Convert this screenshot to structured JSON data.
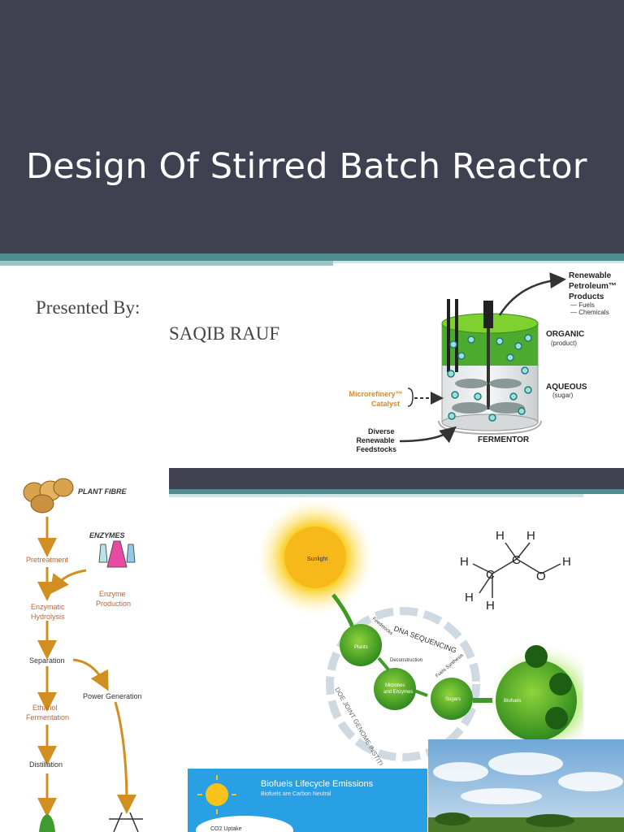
{
  "title": "Design Of Stirred Batch Reactor",
  "presented_by": "Presented By:",
  "author": "SAQIB RAUF",
  "reactor": {
    "renewable": [
      "Renewable",
      "Petroleum™",
      "Products"
    ],
    "fuels": "— Fuels",
    "chemicals": "— Chemicals",
    "organic": "ORGANIC",
    "organic_sub": "(product)",
    "aqueous": "AQUEOUS",
    "aqueous_sub": "(sugar)",
    "microrefinery": [
      "Microrefinery™",
      "Catalyst"
    ],
    "feedstocks": [
      "Diverse",
      "Renewable",
      "Feedstocks"
    ],
    "fermentor": "FERMENTOR"
  },
  "process": {
    "plant_fibre": "PLANT FIBRE",
    "enzymes": "ENZYMES",
    "pretreatment": "Pretreatment",
    "enzyme_production": [
      "Enzyme",
      "Production"
    ],
    "hydrolysis": [
      "Enzymatic",
      "Hydrolysis"
    ],
    "separation": "Separation",
    "power_generation": "Power Generation",
    "fermentation": [
      "Ethanol",
      "Fermentation"
    ],
    "distillation": "Distillation"
  },
  "biofuel": {
    "sunlight": "Sunlight",
    "dna": "DNA SEQUENCING",
    "feedstocks": "Feedstocks",
    "plants": "Plants",
    "deconstruction": "Deconstruction",
    "microbes": [
      "Microbes",
      "and Enzymes"
    ],
    "fuels_synthesis": "Fuels Synthesis",
    "sugars": "Sugars",
    "biofuels": "Biofuels",
    "institute": "DOE JOINT GENOME INSTITUTE",
    "atoms": [
      "H",
      "H",
      "H",
      "C",
      "C",
      "O",
      "H",
      "H",
      "H"
    ]
  },
  "lifecycle": {
    "title": "Biofuels Lifecycle Emissions",
    "subtitle": "Biofuels are Carbon Neutral",
    "co2": "CO2 Uptake"
  }
}
